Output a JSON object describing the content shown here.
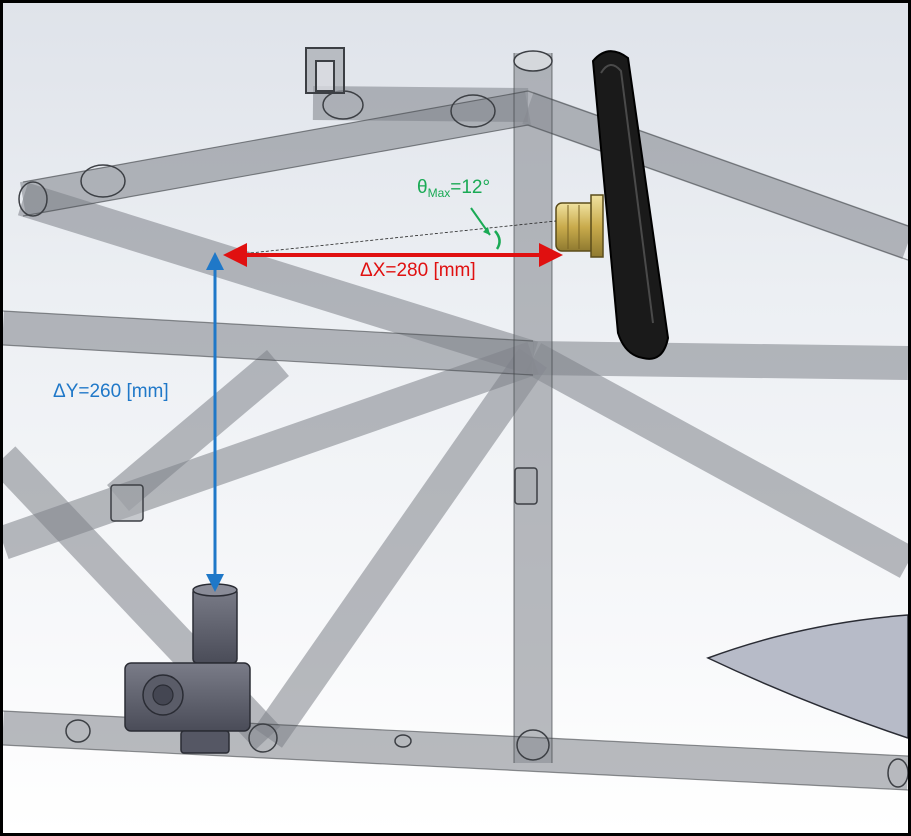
{
  "annotations": {
    "delta_x": "ΔX=280 [mm]",
    "delta_y": "ΔY=260 [mm]",
    "theta_symbol": "θ",
    "theta_sub": "Max",
    "theta_value": "=12°"
  },
  "colors": {
    "delta_x": "#e01010",
    "delta_y": "#1f78c8",
    "theta": "#1aaa55",
    "tube": "#8c9096",
    "steering_wheel": "#1a1a1a",
    "hub": "#d8c070",
    "background": "#eceff3"
  }
}
